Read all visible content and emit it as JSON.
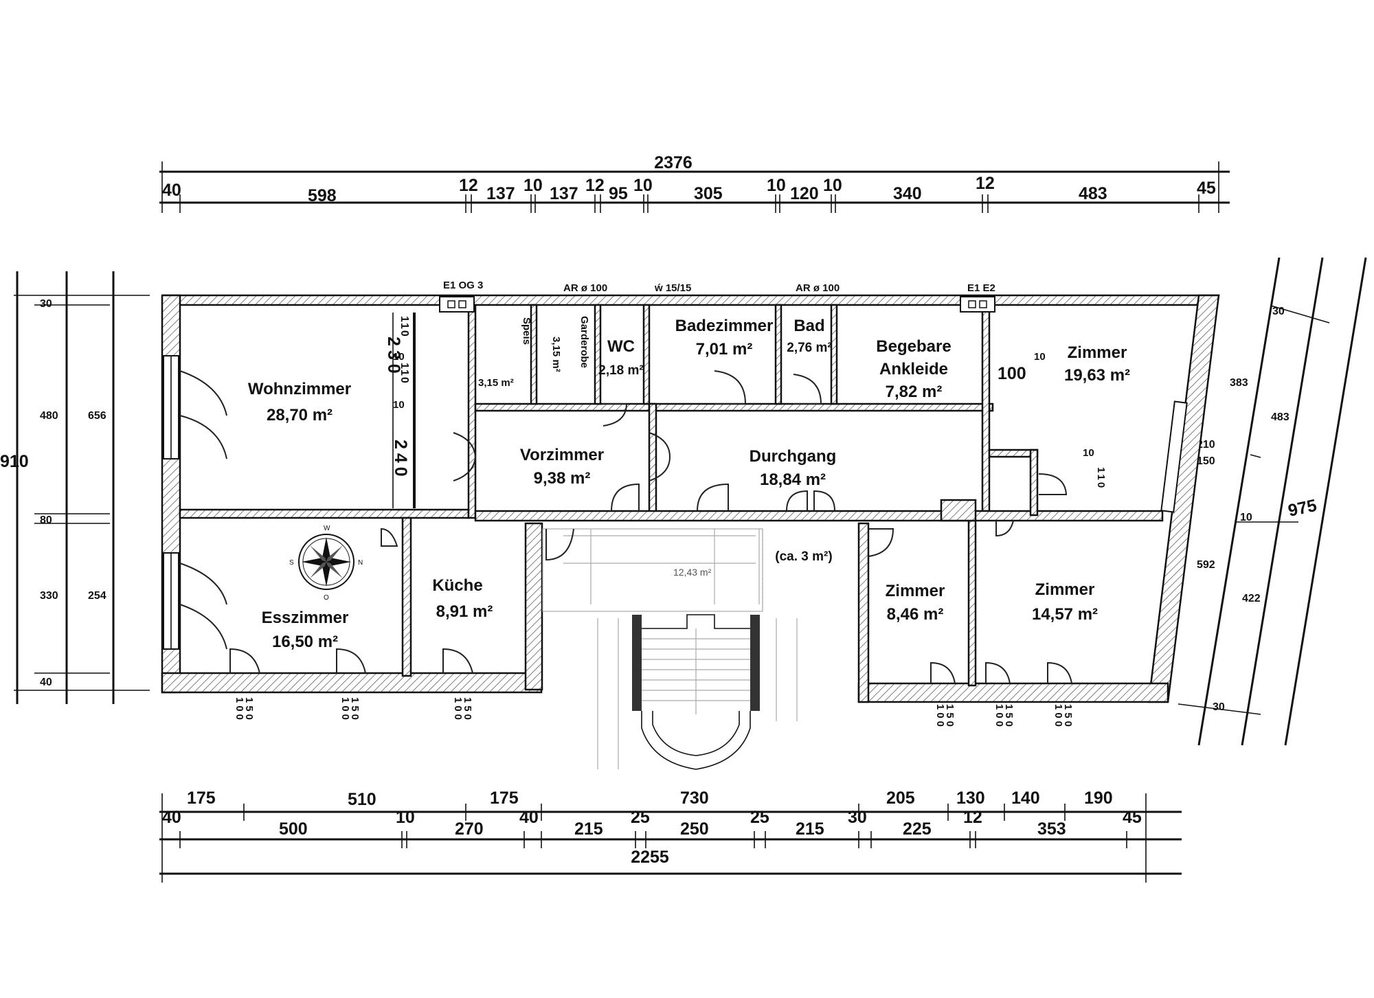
{
  "top_dims": {
    "total": "2376",
    "segments": [
      "40",
      "598",
      "12",
      "137",
      "10",
      "137",
      "12",
      "95",
      "10",
      "305",
      "10",
      "120",
      "10",
      "340",
      "12",
      "483",
      "45"
    ]
  },
  "bottom_dims": {
    "row1": [
      "175",
      "510",
      "175",
      "730",
      "205",
      "130",
      "140",
      "190"
    ],
    "row2": [
      "40",
      "500",
      "10",
      "270",
      "40",
      "215",
      "25",
      "250",
      "25",
      "215",
      "30",
      "225",
      "12",
      "353",
      "45"
    ],
    "total": "2255"
  },
  "left_dims": {
    "total": "910",
    "col1": [
      "30",
      "480",
      "80",
      "330",
      "40"
    ],
    "col2": [
      "656",
      "254"
    ]
  },
  "right_dims": {
    "total": "975",
    "values": [
      "30",
      "383",
      "483",
      "210",
      "150",
      "10",
      "592",
      "422",
      "30"
    ]
  },
  "labels": {
    "e1_og3": "E1  OG 3",
    "ar1": "AR ø 100",
    "vent": "ẃ 15/15",
    "ar2": "AR ø 100",
    "e1_e2": "E1  E2"
  },
  "rooms": {
    "wohnzimmer": {
      "name": "Wohnzimmer",
      "area": "28,70 m²"
    },
    "speis": {
      "name": "Speis",
      "area": "3,15 m²"
    },
    "garderobe": {
      "name": "Garderobe",
      "area": "3,15 m²"
    },
    "wc": {
      "name": "WC",
      "area": "2,18 m²"
    },
    "badezimmer": {
      "name": "Badezimmer",
      "area": "7,01 m²"
    },
    "bad": {
      "name": "Bad",
      "area": "2,76 m²"
    },
    "ankleide": {
      "name1": "Begebare",
      "name2": "Ankleide",
      "area": "7,82 m²"
    },
    "zimmer1": {
      "name": "Zimmer",
      "area": "19,63 m²"
    },
    "vorzimmer": {
      "name": "Vorzimmer",
      "area": "9,38 m²"
    },
    "durchgang": {
      "name": "Durchgang",
      "area": "18,84 m²"
    },
    "esszimmer": {
      "name": "Esszimmer",
      "area": "16,50 m²"
    },
    "kueche": {
      "name": "Küche",
      "area": "8,91 m²"
    },
    "stair": {
      "area": "12,43 m²"
    },
    "ca3": {
      "area": "(ca. 3 m²)"
    },
    "zimmer2": {
      "name": "Zimmer",
      "area": "8,46 m²"
    },
    "zimmer3": {
      "name": "Zimmer",
      "area": "14,57 m²"
    }
  },
  "interior_dims": {
    "d230": "230",
    "d240": "240",
    "d110a": "110",
    "d110b": "110",
    "d10a": "10",
    "d10b": "10",
    "d100": "100",
    "d10c": "10",
    "d10d": "10",
    "d110c": "110"
  },
  "window_labels": {
    "w1a": "100",
    "w1b": "150",
    "w2a": "100",
    "w2b": "150",
    "w3a": "100",
    "w3b": "150",
    "w4a": "100",
    "w4b": "150",
    "w5a": "100",
    "w5b": "150",
    "w6a": "100",
    "w6b": "150"
  },
  "compass": {
    "n": "N",
    "s": "S",
    "w": "W",
    "o": "O"
  }
}
